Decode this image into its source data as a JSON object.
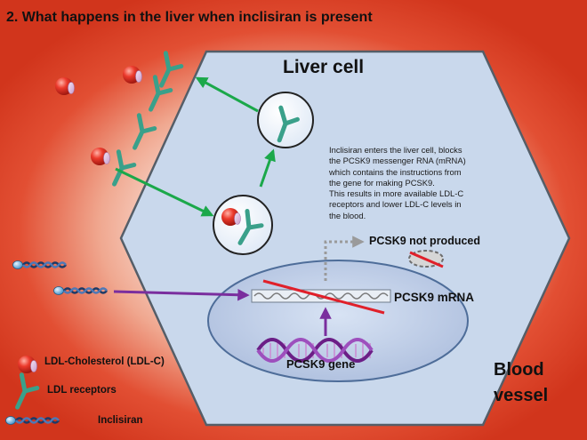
{
  "title": "2. What happens in the liver when inclisiran is present",
  "cell": {
    "label": "Liver cell"
  },
  "description": {
    "lines": [
      "Inclisiran enters the liver cell, blocks",
      "the PCSK9 messenger RNA (mRNA)",
      "which contains the instructions from",
      "the gene for making PCSK9.",
      "This results in more available LDL-C",
      "receptors and lower LDL-C levels in",
      "the blood."
    ]
  },
  "labels": {
    "pcsk9_not_produced": "PCSK9 not produced",
    "pcsk9_mrna": "PCSK9 mRNA",
    "pcsk9_gene": "PCSK9 gene",
    "blood_vessel_line1": "Blood",
    "blood_vessel_line2": "vessel"
  },
  "legend": {
    "ldl": "LDL-Cholesterol (LDL-C)",
    "receptors": "LDL receptors",
    "inclisiran": "Inclisiran"
  },
  "colors": {
    "background_edge": "#d1351c",
    "cell_fill": "#c9d8ec",
    "receptor": "#3aa08a",
    "arrow_green": "#1ba84a",
    "arrow_purple": "#7a2e9e",
    "cross_out": "#e0202a",
    "ldl": "#e8302a"
  }
}
